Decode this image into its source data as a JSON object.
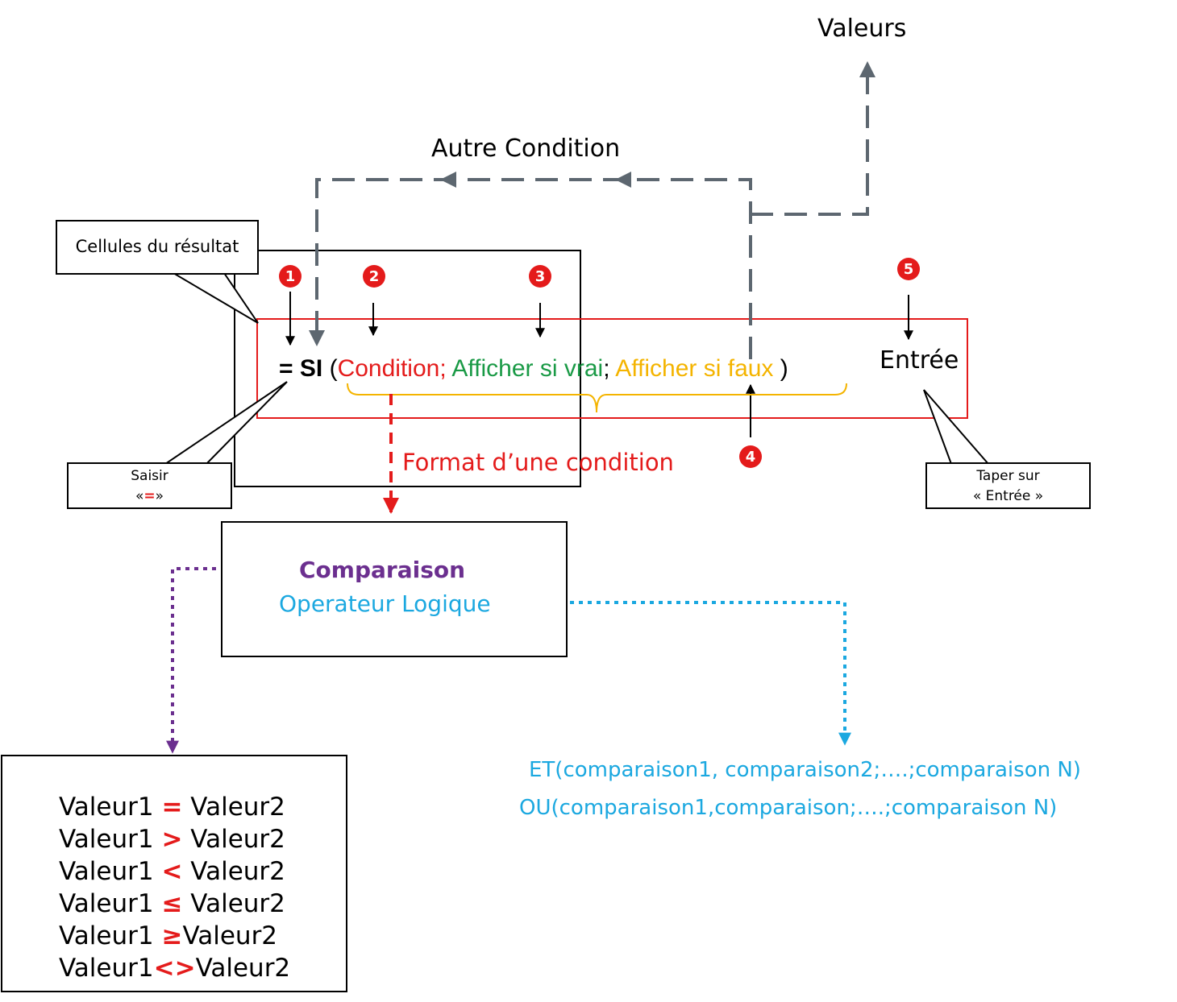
{
  "top_label": "Valeurs",
  "autre_condition": "Autre Condition",
  "cellules_callout": "Cellules du résultat",
  "badges": [
    "1",
    "2",
    "3",
    "4",
    "5"
  ],
  "formula": {
    "equals": "=",
    "si": "SI",
    "open_paren": "(",
    "condition": "Condition;",
    "afficher_vrai": "Afficher si vrai",
    "separator": ";",
    "afficher_faux": "Afficher si faux",
    "close_paren": ")"
  },
  "entree": "Entrée",
  "format_condition": "Format d’une condition",
  "saisir": {
    "line1": "Saisir",
    "open": "«",
    "eq": "=",
    "close": "»"
  },
  "taper": {
    "line1": "Taper sur",
    "line2": "« Entrée »"
  },
  "comparaison": "Comparaison",
  "operateur_logique": "Operateur Logique",
  "comparison_rows": [
    {
      "left": "Valeur1 ",
      "op": "=",
      "right": " Valeur2"
    },
    {
      "left": "Valeur1 ",
      "op": ">",
      "right": " Valeur2"
    },
    {
      "left": "Valeur1 ",
      "op": "<",
      "right": " Valeur2"
    },
    {
      "left": "Valeur1 ",
      "op": "≤",
      "right": " Valeur2"
    },
    {
      "left": "Valeur1 ",
      "op": "≥",
      "right": "Valeur2"
    },
    {
      "left": "Valeur1",
      "op": "<>",
      "right": "Valeur2"
    }
  ],
  "logic_et": "ET(comparaison1, comparaison2;….;comparaison N)",
  "logic_ou": "OU(comparaison1,comparaison;….;comparaison N)",
  "colors": {
    "red": "#e41b1b",
    "green": "#1a9a46",
    "yellow": "#f4b400",
    "gray": "#5d6770",
    "purple": "#6b2f8f",
    "cyan": "#1ba8e0"
  }
}
